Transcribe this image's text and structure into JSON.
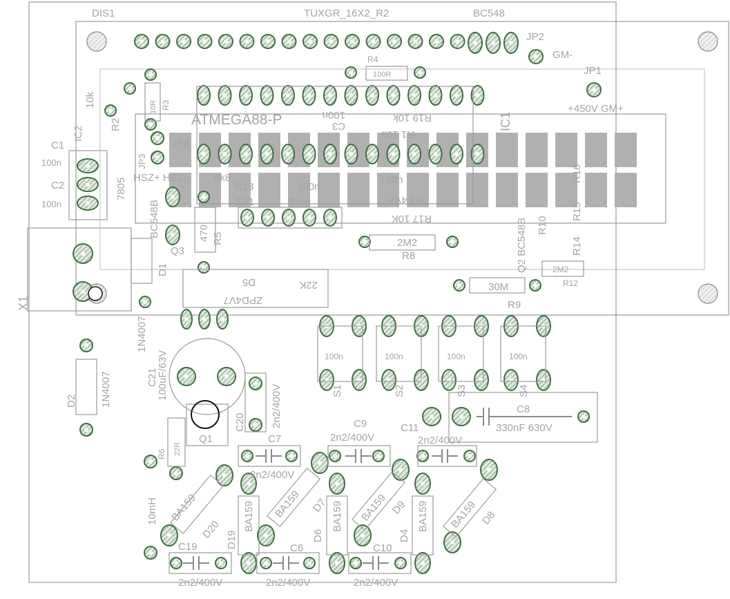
{
  "board": {
    "title": "TUXGR_16X2_R2",
    "mcu_label": "ATMEGA88-P",
    "display_ref": "DIS1",
    "colors": {
      "background": "#ffffff",
      "silkscreen": "#9a9a9a",
      "pad": "#3f6f3f",
      "pad_hatch": "#d8e6d8",
      "lcd_cell": "#b0b0b0"
    }
  },
  "labels": {
    "bc548_top": "BC548",
    "jp2": "JP2",
    "gm_minus": "GM-",
    "jp1": "JP1",
    "hv_gm": "+450V GM+",
    "r4": "R4",
    "r4_val": "100R",
    "ic2": "IC2",
    "reg": "7805",
    "r3": "R3",
    "r3_val": "10R",
    "r2": "R2",
    "r2_val": "10k",
    "c1": "C1",
    "c1_val": "100n",
    "c2": "C2",
    "c2_val": "100n",
    "jp3": "JP3",
    "jp4": "JP4",
    "hsz": "HSZ+ HSZ-",
    "r13": "R13",
    "r13_val": "6k8",
    "sv1": "SV1",
    "prog": "Prog",
    "bc548_q3": "BC548B",
    "q3": "Q3",
    "r5": "R5",
    "r5_val": "470",
    "r8": "R8",
    "r8_val": "2M2",
    "r9": "R9",
    "r9_val": "30M",
    "r12": "R12",
    "r12_val": "2M2",
    "ic1": "IC1",
    "x1": "X1",
    "d1": "D1",
    "d1_part": "1N4007",
    "c21": "C21",
    "c21_val": "100uF/63V",
    "d2": "D2",
    "d2_part": "1N4007",
    "c20": "C20",
    "c20_val": "2n2/400V",
    "q1": "Q1",
    "r6": "R6",
    "r6_val": "22R",
    "l1": "10mH",
    "c7": "C7",
    "c7_val": "2n2/400V",
    "c9": "C9",
    "c9_val": "2n2/400V",
    "c11": "C11",
    "c11_val": "2n2/400V",
    "c8": "C8",
    "c8_val": "330nF 630V",
    "c19": "C19",
    "c19_val": "2n2/400V",
    "c6": "C6",
    "c6_val": "2n2/400V",
    "c10": "C10",
    "c10_val": "2n2/400V",
    "diode_part": "BA159",
    "d20": "D20",
    "d19": "D19",
    "d7": "D7",
    "d6": "D6",
    "d9": "D9",
    "d4": "D4",
    "d8": "D8",
    "zpd": "ZPD4V7",
    "d5": "D5",
    "r22k": "22K",
    "s1": "S1",
    "s2": "S2",
    "s3": "S3",
    "s4": "S4",
    "sw_cap": "100n",
    "q2": "Q2 BC548B",
    "r10": "R10",
    "r14": "R14",
    "r15": "R15",
    "r16": "R16",
    "r19": "R19 10k",
    "r17": "R17 10K",
    "d3": "D3 4V7",
    "c3": "C3",
    "c4": "100n",
    "r1": "R1 10k",
    "c22": "100n"
  }
}
